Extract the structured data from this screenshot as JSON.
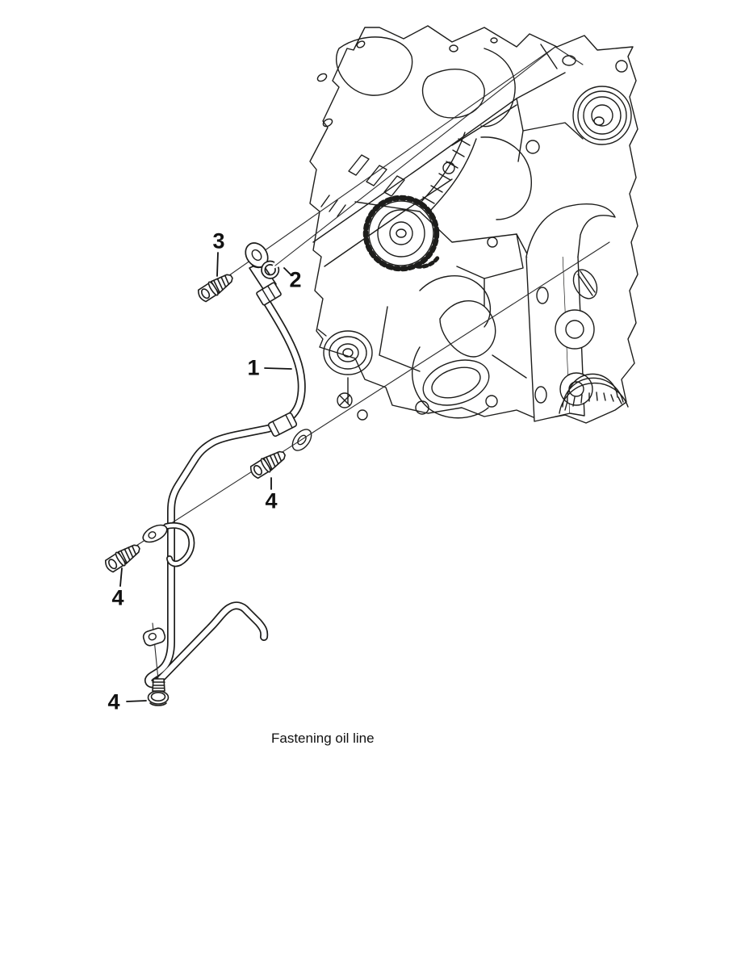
{
  "page": {
    "background_color": "#ffffff",
    "line_color": "#1d1d1b"
  },
  "figure": {
    "caption": "Fastening oil line",
    "callouts": {
      "c1": "1",
      "c2": "2",
      "c3": "3",
      "c4a": "4",
      "c4b": "4",
      "c4c": "4"
    }
  }
}
